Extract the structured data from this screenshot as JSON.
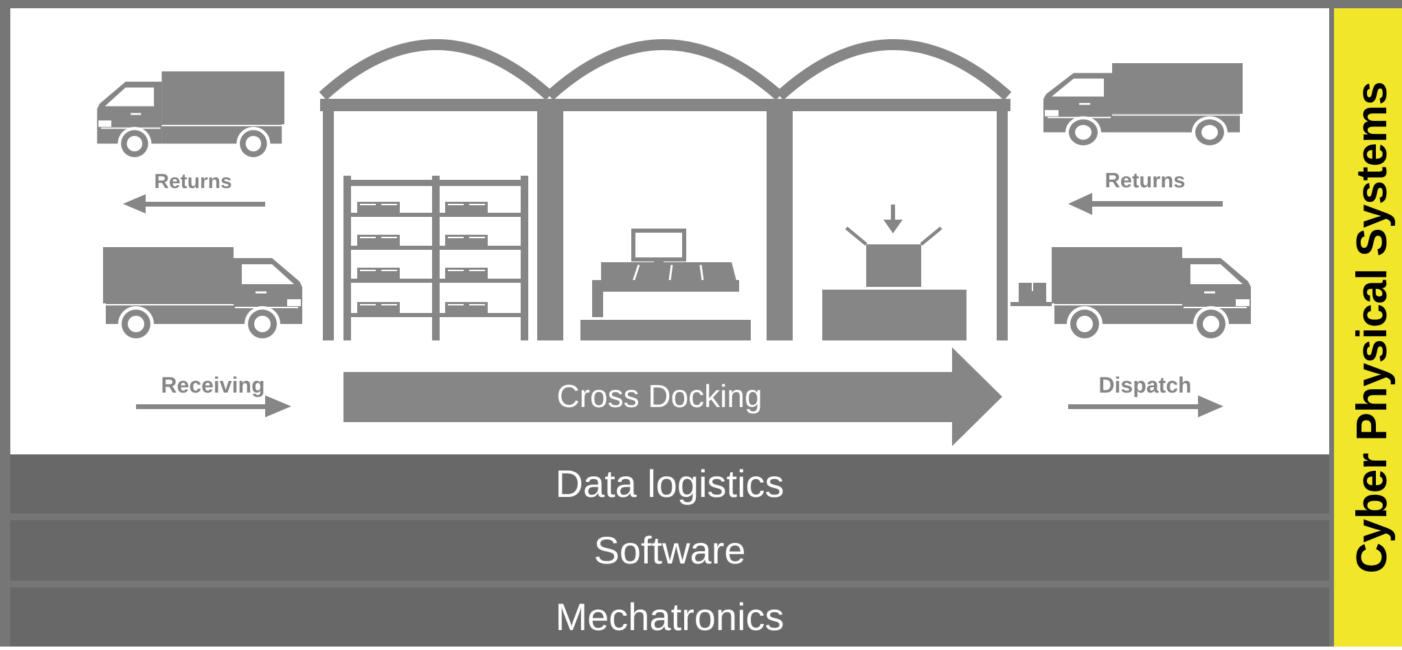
{
  "diagram": {
    "flow_labels": {
      "returns_left": "Returns",
      "returns_right": "Returns",
      "receiving": "Receiving",
      "cross_docking": "Cross Docking",
      "dispatch": "Dispatch"
    },
    "layers": [
      {
        "label": "Data logistics"
      },
      {
        "label": "Software"
      },
      {
        "label": "Mechatronics"
      }
    ],
    "side_panel": {
      "label": "Cyber Physical Systems"
    },
    "icons": [
      "truck-icon",
      "warehouse-icon",
      "shelving-rack-icon",
      "checkout-counter-icon",
      "packing-box-icon",
      "parcel-icon",
      "arrow-icon"
    ],
    "colors": {
      "primary_gray": "#868686",
      "layer_gray": "#686868",
      "accent_yellow": "#f2e62a",
      "background": "#ffffff"
    }
  }
}
